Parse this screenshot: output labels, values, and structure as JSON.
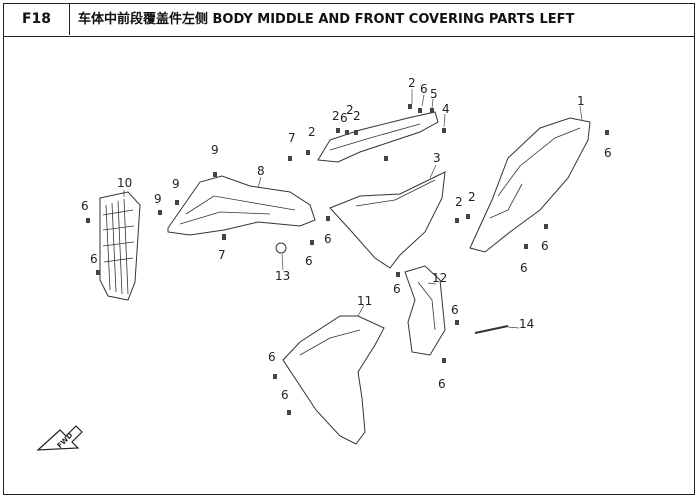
{
  "header": {
    "code": "F18",
    "title": "车体中前段覆盖件左侧 BODY MIDDLE AND FRONT COVERING PARTS LEFT"
  },
  "callouts": [
    "1",
    "2",
    "3",
    "4",
    "5",
    "6",
    "7",
    "8",
    "9",
    "10",
    "11",
    "12",
    "13",
    "14"
  ],
  "fwd_label": "FWD"
}
